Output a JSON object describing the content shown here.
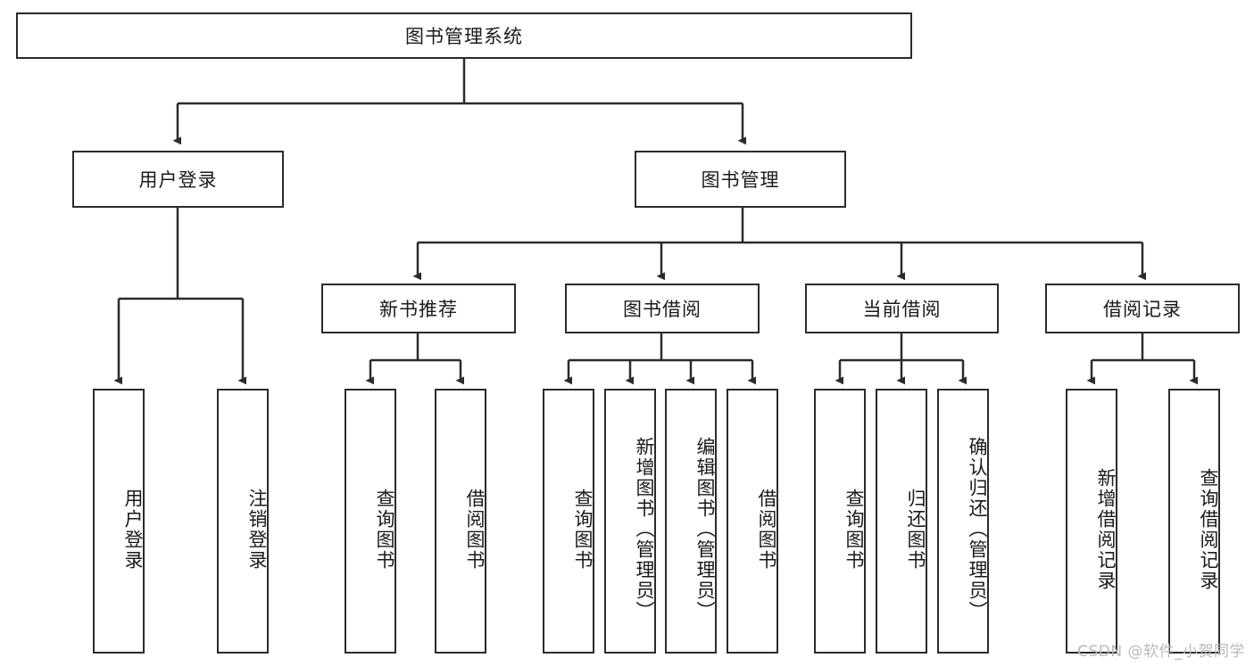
{
  "diagram": {
    "title": "图书管理系统",
    "type": "hierarchy-tree",
    "root": {
      "id": "root",
      "label": "图书管理系统",
      "orientation": "horizontal"
    },
    "level2": [
      {
        "id": "user-login",
        "label": "用户登录",
        "orientation": "horizontal"
      },
      {
        "id": "book-manage",
        "label": "图书管理",
        "orientation": "horizontal"
      }
    ],
    "level3": [
      {
        "id": "new-book-recommend",
        "label": "新书推荐",
        "orientation": "horizontal",
        "parent": "book-manage"
      },
      {
        "id": "book-borrow",
        "label": "图书借阅",
        "orientation": "horizontal",
        "parent": "book-manage"
      },
      {
        "id": "current-borrow",
        "label": "当前借阅",
        "orientation": "horizontal",
        "parent": "book-manage"
      },
      {
        "id": "borrow-record",
        "label": "借阅记录",
        "orientation": "horizontal",
        "parent": "book-manage"
      }
    ],
    "leaves": [
      {
        "id": "leaf-user-login",
        "label": "用户登录",
        "parent": "user-login"
      },
      {
        "id": "leaf-logout-login",
        "label": "注销登录",
        "parent": "user-login"
      },
      {
        "id": "leaf-query-book-1",
        "label": "查询图书",
        "parent": "new-book-recommend"
      },
      {
        "id": "leaf-borrow-book-1",
        "label": "借阅图书",
        "parent": "new-book-recommend"
      },
      {
        "id": "leaf-query-book-2",
        "label": "查询图书",
        "parent": "book-borrow"
      },
      {
        "id": "leaf-add-book",
        "label": "新增图书（管理员）",
        "parent": "book-borrow"
      },
      {
        "id": "leaf-edit-book",
        "label": "编辑图书（管理员）",
        "parent": "book-borrow"
      },
      {
        "id": "leaf-borrow-book-2",
        "label": "借阅图书",
        "parent": "book-borrow"
      },
      {
        "id": "leaf-query-book-3",
        "label": "查询图书",
        "parent": "current-borrow"
      },
      {
        "id": "leaf-return-book",
        "label": "归还图书",
        "parent": "current-borrow"
      },
      {
        "id": "leaf-confirm-return",
        "label": "确认归还（管理员）",
        "parent": "current-borrow"
      },
      {
        "id": "leaf-add-record",
        "label": "新增借阅记录",
        "parent": "borrow-record"
      },
      {
        "id": "leaf-query-record",
        "label": "查询借阅记录",
        "parent": "borrow-record"
      }
    ],
    "colors": {
      "stroke": "#2b2b2b",
      "fill": "#ffffff",
      "text": "#1a1a1a",
      "watermark": "#b9b9b9"
    }
  },
  "watermark": {
    "text": "CSDN @软件_小贺同学"
  }
}
